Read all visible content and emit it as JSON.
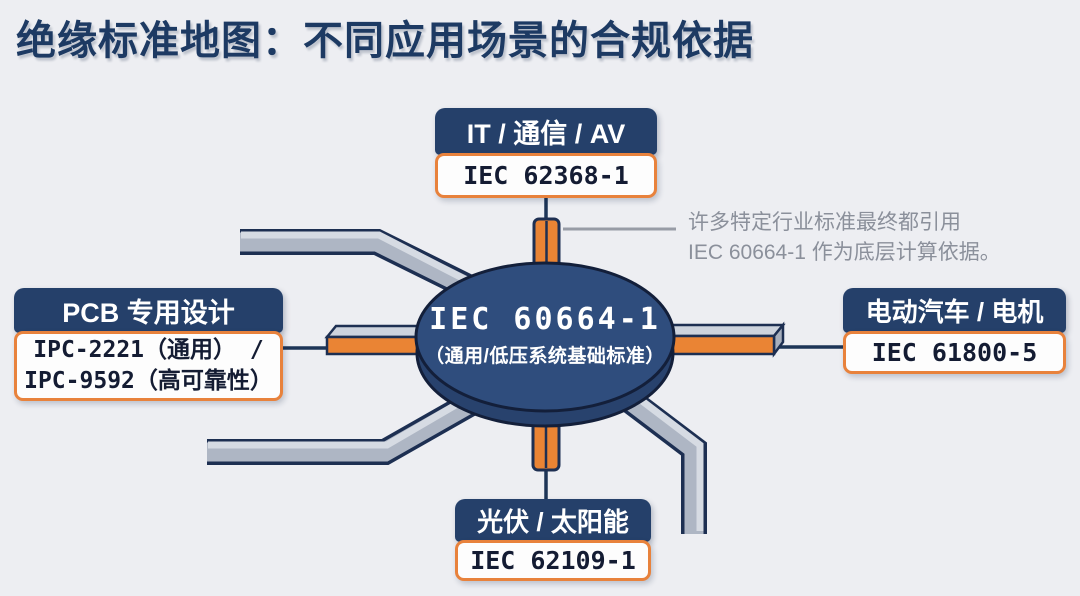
{
  "title": "绝缘标准地图：不同应用场景的合规依据",
  "hub": {
    "standard": "IEC 60664-1",
    "subtitle": "（通用/低压系统基础标准）"
  },
  "nodes": {
    "top": {
      "label": "IT / 通信 / AV",
      "standard": "IEC 62368-1"
    },
    "left": {
      "label": "PCB 专用设计",
      "standard_line1": "IPC-2221（通用） /",
      "standard_line2": "IPC-9592（高可靠性）"
    },
    "right": {
      "label": "电动汽车 / 电机",
      "standard": "IEC 61800-5"
    },
    "bottom": {
      "label": "光伏 / 太阳能",
      "standard": "IEC 62109-1"
    }
  },
  "annotation": {
    "line1": "许多特定行业标准最终都引用",
    "line2": "IEC 60664-1 作为底层计算依据。"
  },
  "colors": {
    "background": "#edeef2",
    "navy": "#25406a",
    "navy_outline": "#17253f",
    "hub_fill": "#2f4d7d",
    "hub_rim": "#28426d",
    "orange": "#ea8434",
    "bar_gray": "#aeb6c4",
    "bar_highlight": "#d6dbe3",
    "annotation_gray": "#8b909b",
    "title_navy": "#1d3a63"
  }
}
